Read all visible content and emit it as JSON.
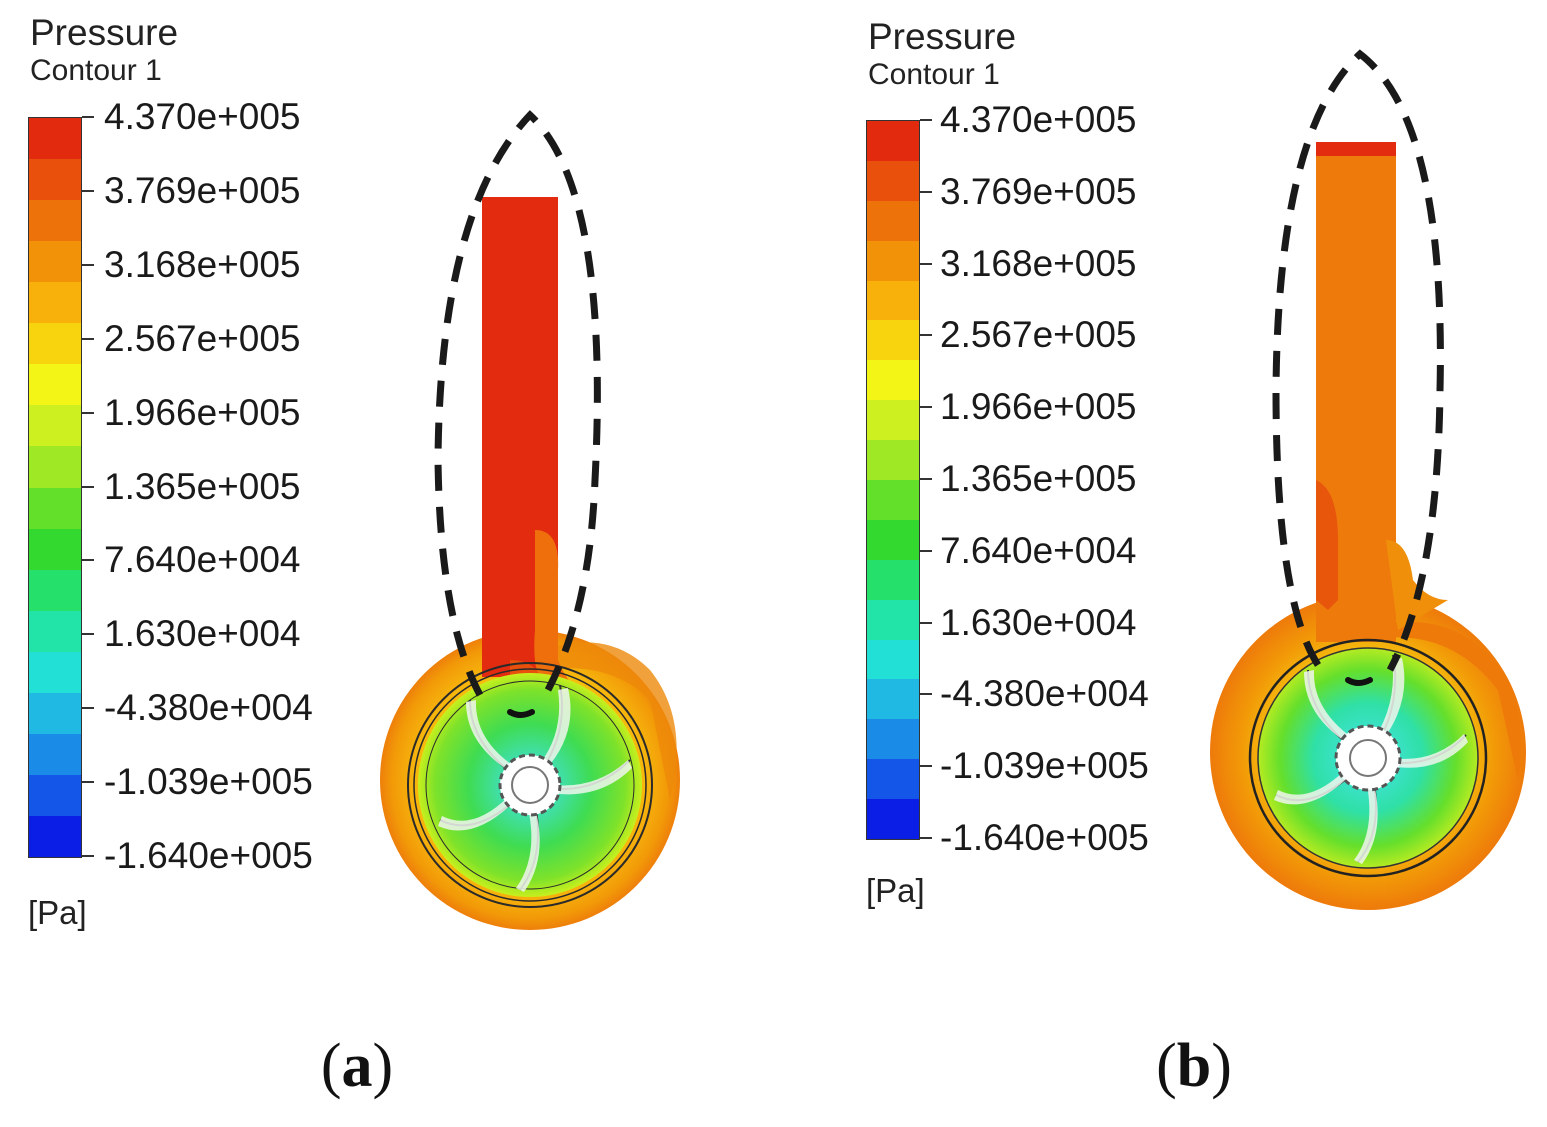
{
  "panels": [
    {
      "id": "a",
      "legend": {
        "title": "Pressure",
        "subtitle": "Contour 1",
        "unit": "[Pa]",
        "tick_labels": [
          "4.370e+005",
          "3.769e+005",
          "3.168e+005",
          "2.567e+005",
          "1.966e+005",
          "1.365e+005",
          "7.640e+004",
          "1.630e+004",
          "-4.380e+004",
          "-1.039e+005",
          "-1.640e+005"
        ]
      },
      "caption_letter": "a"
    },
    {
      "id": "b",
      "legend": {
        "title": "Pressure",
        "subtitle": "Contour 1",
        "unit": "[Pa]",
        "tick_labels": [
          "4.370e+005",
          "3.769e+005",
          "3.168e+005",
          "2.567e+005",
          "1.966e+005",
          "1.365e+005",
          "7.640e+004",
          "1.630e+004",
          "-4.380e+004",
          "-1.039e+005",
          "-1.640e+005"
        ]
      },
      "caption_letter": "b"
    }
  ],
  "colormap": [
    "#0b1ee6",
    "#1456e8",
    "#1a8be6",
    "#1fb9e4",
    "#22e0d6",
    "#22e3a8",
    "#25e06a",
    "#33d92e",
    "#63e02a",
    "#9ee826",
    "#cdf020",
    "#f2f516",
    "#f7d40e",
    "#f7b10a",
    "#f29208",
    "#ee720a",
    "#e8500c",
    "#e22a0e"
  ]
}
